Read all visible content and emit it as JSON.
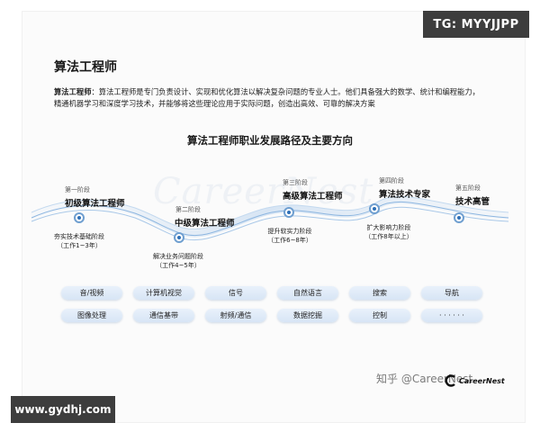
{
  "overlays": {
    "top_tag": "TG: MYYJJPP",
    "bottom_tag": "www.gydhj.com"
  },
  "title": "算法工程师",
  "intro": {
    "label": "算法工程师",
    "text": "：算法工程师是专门负责设计、实现和优化算法以解决复杂问题的专业人士。他们具备强大的数学、统计和编程能力，精通机器学习和深度学习技术，并能够将这些理论应用于实际问题，创造出高效、可靠的解决方案"
  },
  "section_title": "算法工程师职业发展路径及主要方向",
  "stages": [
    {
      "num": "第一阶段",
      "name": "初级算法工程师",
      "note1": "夯实技术基础阶段",
      "note2": "（工作1~3年）"
    },
    {
      "num": "第二阶段",
      "name": "中级算法工程师",
      "note1": "解决业务问题阶段",
      "note2": "（工作4~5年）"
    },
    {
      "num": "第三阶段",
      "name": "高级算法工程师",
      "note1": "提升软实力阶段",
      "note2": "（工作6~8年）"
    },
    {
      "num": "第四阶段",
      "name": "算法技术专家",
      "note1": "扩大影响力阶段",
      "note2": "（工作8年以上）"
    },
    {
      "num": "第五阶段",
      "name": "技术高管"
    }
  ],
  "directions": [
    "音/视频",
    "计算机视觉",
    "信号",
    "自然语言",
    "搜索",
    "导航",
    "图像处理",
    "通信基带",
    "射频/通信",
    "数据挖掘",
    "控制",
    "· · · · · ·"
  ],
  "watermarks": {
    "zhihu": "知乎 @CareerNest",
    "career_bg": "CareerNest"
  },
  "logo_text": "CareerNest",
  "colors": {
    "overlay_bg": "#3d3d3d",
    "node_blue": "#2e6fb7",
    "pill_bg": "#dfeaf7"
  }
}
